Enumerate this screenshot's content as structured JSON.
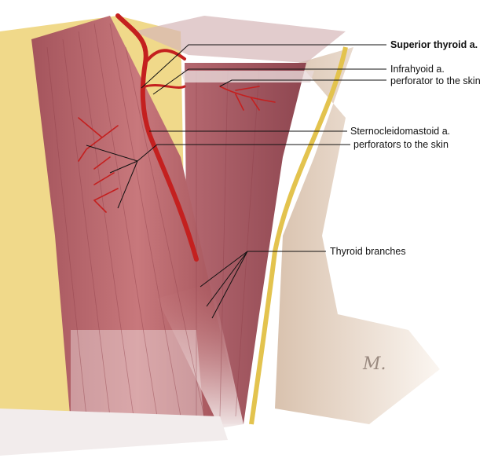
{
  "labels": {
    "superior_thyroid": "Superior thyroid a.",
    "infrahyoid": "Infrahyoid a.",
    "infrahyoid_perforator": "perforator to the skin",
    "scm": "Sternocleidomastoid a.",
    "scm_perforators": "perforators to the skin",
    "thyroid_branches": "Thyroid branches"
  },
  "signature": "M.",
  "colors": {
    "muscle": "#b9646a",
    "artery": "#c4201f",
    "fat": "#f0d98a",
    "skin": "#e9d9c9"
  }
}
